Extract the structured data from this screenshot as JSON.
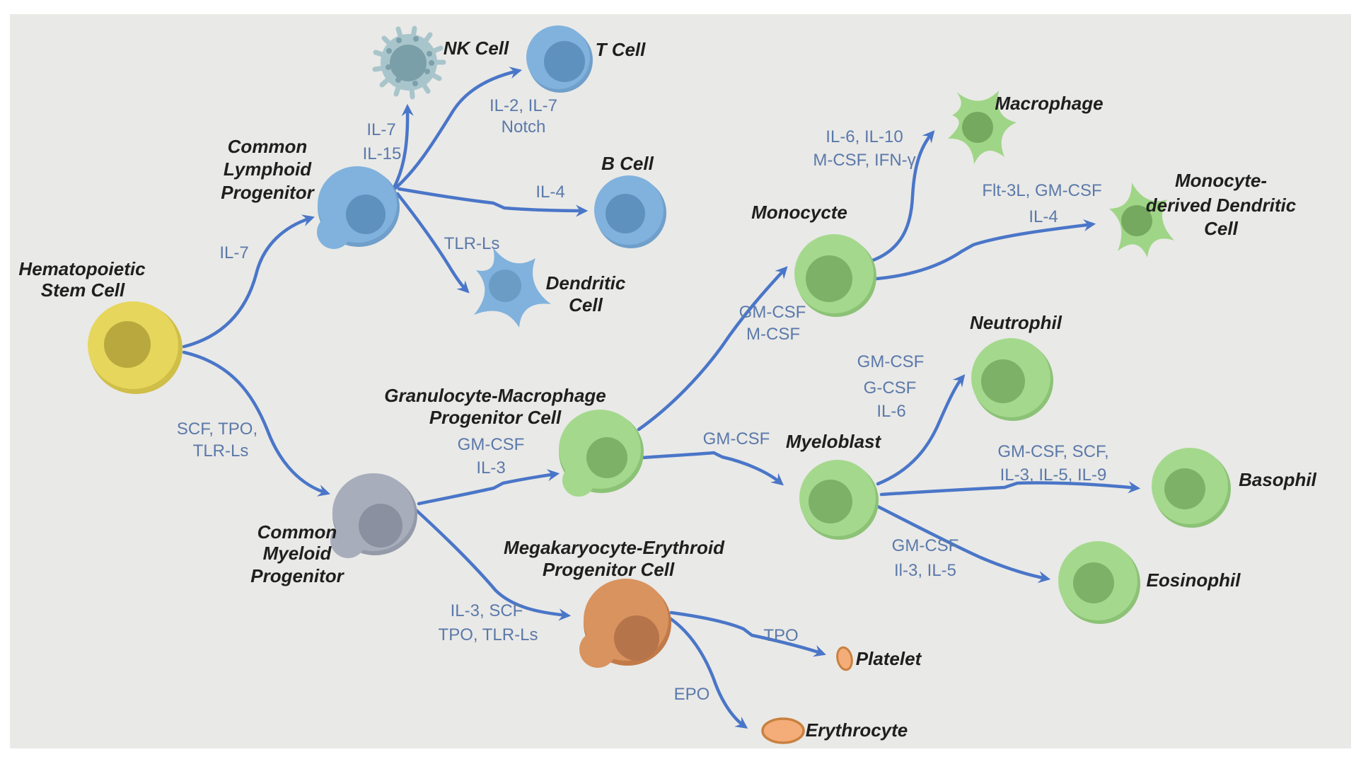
{
  "diagram_title": "Hematopoietic stem cell differentiation diagram",
  "colors": {
    "background": "#ffffff",
    "panel": "#e9e9e7",
    "arrow": "#4a76c8",
    "factor_text": "#5b79aa",
    "cell_name_text": "#1f1f1f",
    "yellow_cell": "#e6d65c",
    "blue_cell": "#80b2dd",
    "gray_cell": "#a8adbb",
    "green_cell": "#a4d98d",
    "orange_cell": "#d9935f",
    "nk_cell_body": "#a9c5cc",
    "platelet_fill": "#f4ad79",
    "platelet_stroke": "#c9803f"
  },
  "cells": {
    "hsc": {
      "label": [
        "Hematopoietic",
        "Stem Cell"
      ]
    },
    "clp": {
      "label": [
        "Common",
        "Lymphoid",
        "Progenitor"
      ]
    },
    "nk": {
      "label": [
        "NK Cell"
      ]
    },
    "t": {
      "label": [
        "T Cell"
      ]
    },
    "b": {
      "label": [
        "B Cell"
      ]
    },
    "dendritic": {
      "label": [
        "Dendritic",
        "Cell"
      ]
    },
    "cmp": {
      "label": [
        "Common",
        "Myeloid",
        "Progenitor"
      ]
    },
    "gmp": {
      "label": [
        "Granulocyte-Macrophage",
        "Progenitor Cell"
      ]
    },
    "monocyte": {
      "label": [
        "Monocycte"
      ]
    },
    "macrophage": {
      "label": [
        "Macrophage"
      ]
    },
    "mddc": {
      "label": [
        "Monocyte-",
        "derived Dendritic",
        "Cell"
      ]
    },
    "myeloblast": {
      "label": [
        "Myeloblast"
      ]
    },
    "neutrophil": {
      "label": [
        "Neutrophil"
      ]
    },
    "basophil": {
      "label": [
        "Basophil"
      ]
    },
    "eosinophil": {
      "label": [
        "Eosinophil"
      ]
    },
    "mep": {
      "label": [
        "Megakaryocyte-Erythroid",
        "Progenitor Cell"
      ]
    },
    "platelet": {
      "label": [
        "Platelet"
      ]
    },
    "erythrocyte": {
      "label": [
        "Erythrocyte"
      ]
    }
  },
  "factors": {
    "hsc_clp": [
      "IL-7"
    ],
    "hsc_cmp": [
      "SCF, TPO,",
      "TLR-Ls"
    ],
    "clp_nk": [
      "IL-7",
      "IL-15"
    ],
    "clp_t": [
      "IL-2, IL-7",
      "Notch"
    ],
    "clp_b": [
      "IL-4"
    ],
    "clp_dendritic": [
      "TLR-Ls"
    ],
    "cmp_gmp": [
      "GM-CSF",
      "IL-3"
    ],
    "cmp_mep": [
      "IL-3, SCF",
      "TPO, TLR-Ls"
    ],
    "gmp_monocyte": [
      "GM-CSF",
      "M-CSF"
    ],
    "gmp_myeloblast": [
      "GM-CSF"
    ],
    "monocyte_macrophage": [
      "IL-6, IL-10",
      "M-CSF, IFN-γ"
    ],
    "monocyte_mddc": [
      "Flt-3L, GM-CSF",
      "IL-4"
    ],
    "myeloblast_neutrophil": [
      "GM-CSF",
      "G-CSF",
      "IL-6"
    ],
    "myeloblast_basophil": [
      "GM-CSF, SCF,",
      "IL-3, IL-5, IL-9"
    ],
    "myeloblast_eosinophil": [
      "GM-CSF",
      "Il-3, IL-5"
    ],
    "mep_platelet": [
      "TPO"
    ],
    "mep_erythrocyte": [
      "EPO"
    ]
  }
}
